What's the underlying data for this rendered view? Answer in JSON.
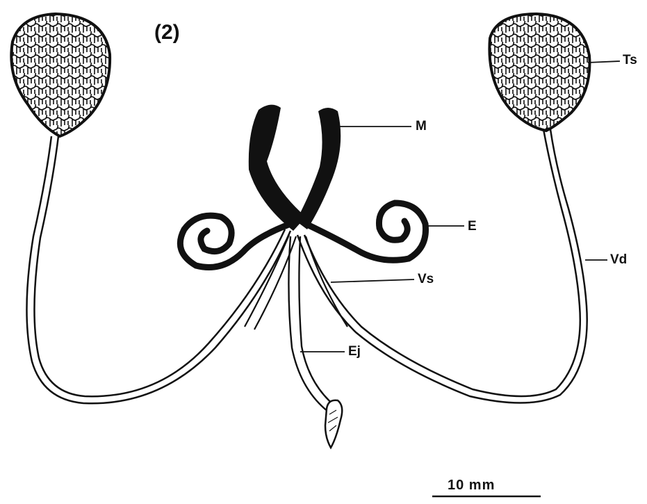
{
  "figure": {
    "number": "(2)",
    "labels": {
      "m": "M",
      "ts": "Ts",
      "e": "E",
      "vd": "Vd",
      "vs": "Vs",
      "ej": "Ej"
    },
    "scale_bar": "10 mm"
  }
}
